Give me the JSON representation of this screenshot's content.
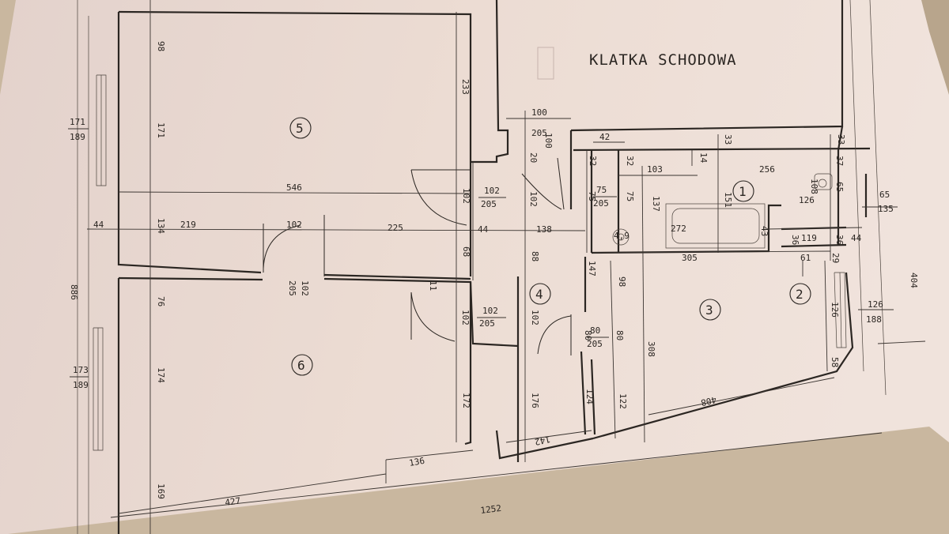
{
  "title": "KLATKA SCHODOWA",
  "rooms": [
    "5",
    "6",
    "4",
    "3",
    "1",
    "2"
  ],
  "dimensions": {
    "d98": "98",
    "d233": "233",
    "d171a": "171",
    "d189a": "189",
    "d171b": "171",
    "d546": "546",
    "d102a": "102",
    "d205a": "205",
    "d44a": "44",
    "d134": "134",
    "d219": "219",
    "d102b": "102",
    "d225": "225",
    "d44b": "44",
    "d138": "138",
    "d68": "68",
    "d88": "88",
    "d102c": "102",
    "d205b": "205",
    "d11": "11",
    "d102d": "102",
    "d205c": "205",
    "d102e": "102",
    "d102f": "102",
    "d886": "886",
    "d76": "76",
    "d173": "173",
    "d189b": "189",
    "d174": "174",
    "d172": "172",
    "d176": "176",
    "d136": "136",
    "d169": "169",
    "d427": "427",
    "d1252": "1252",
    "d100a": "100",
    "d205d": "205",
    "d100b": "100",
    "d20": "20",
    "d102g": "102",
    "d42": "42",
    "d32a": "32",
    "d32b": "32",
    "d75a": "75",
    "d75b": "75",
    "d205e": "205",
    "d75c": "75",
    "d103": "103",
    "d137": "137",
    "d14": "14",
    "d33a": "33",
    "d256": "256",
    "d33b": "33",
    "d37": "37",
    "d151": "151",
    "d108": "108",
    "d126a": "126",
    "d65a": "65",
    "d65b": "65",
    "d135": "135",
    "d272": "272",
    "d43": "43",
    "d36a": "36",
    "d119": "119",
    "d36b": "36",
    "d44c": "44",
    "d305": "305",
    "d61": "61",
    "d29": "29",
    "d147": "147",
    "d98b": "98",
    "d404": "404",
    "d126b": "126",
    "d126c": "126",
    "d188": "188",
    "d80a": "80",
    "d80b": "80",
    "d205f": "205",
    "d80c": "80",
    "d308": "308",
    "d58": "58",
    "d124": "124",
    "d122": "122",
    "d408": "408",
    "d142": "142",
    "d4_9": "4,9"
  }
}
